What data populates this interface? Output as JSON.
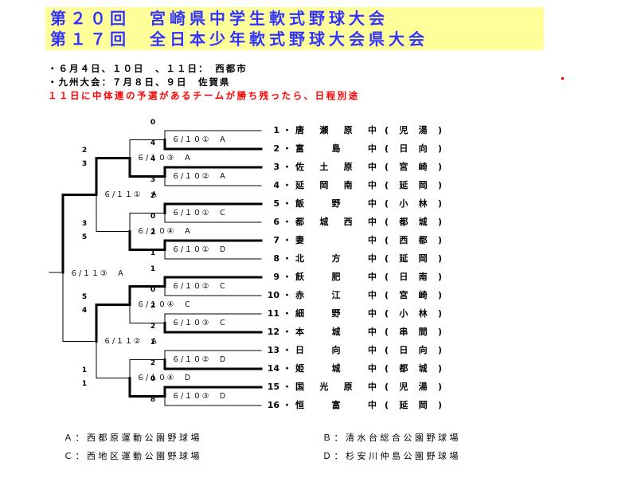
{
  "title": {
    "line1": "第２０回　宮崎県中学生軟式野球大会",
    "line2": "第１７回　全日本少年軟式野球大会県大会"
  },
  "info": {
    "dates": "・６月４日、１０日　、１１日：　西都市",
    "kyushu": "・九州大会：７月８日、９日　佐賀県",
    "note": "１１日に中体連の予選があるチームが勝ち残ったら、日程別途"
  },
  "teams": [
    {
      "no": "1",
      "name": "唐瀬原中",
      "area": "児湯"
    },
    {
      "no": "2",
      "name": "富島中",
      "area": "日向"
    },
    {
      "no": "3",
      "name": "佐土原中",
      "area": "宮崎"
    },
    {
      "no": "4",
      "name": "延岡南中",
      "area": "延岡"
    },
    {
      "no": "5",
      "name": "飯野中",
      "area": "小林"
    },
    {
      "no": "6",
      "name": "都城西中",
      "area": "都城"
    },
    {
      "no": "7",
      "name": "妻中",
      "area": "西都"
    },
    {
      "no": "8",
      "name": "北方中",
      "area": "延岡"
    },
    {
      "no": "9",
      "name": "飫肥中",
      "area": "日南"
    },
    {
      "no": "10",
      "name": "赤江中",
      "area": "宮崎"
    },
    {
      "no": "11",
      "name": "細野中",
      "area": "小林"
    },
    {
      "no": "12",
      "name": "本城中",
      "area": "串間"
    },
    {
      "no": "13",
      "name": "日向中",
      "area": "日向"
    },
    {
      "no": "14",
      "name": "姫城中",
      "area": "都城"
    },
    {
      "no": "15",
      "name": "国光原中",
      "area": "児湯"
    },
    {
      "no": "16",
      "name": "恒富中",
      "area": "延岡"
    }
  ],
  "r1": [
    {
      "label": "６/１０①　Ａ",
      "top": "0",
      "bottom": "4"
    },
    {
      "label": "６/１０②　Ａ",
      "top": "4",
      "bottom": "3"
    },
    {
      "label": "６/１０①　Ｃ",
      "top": "2",
      "bottom": "0"
    },
    {
      "label": "６/１０①　Ｄ",
      "top": "2",
      "bottom": "1"
    },
    {
      "label": "６/１０②　Ｃ",
      "top": "1",
      "bottom": "0"
    },
    {
      "label": "６/１０③　Ｃ",
      "top": "2",
      "bottom": "2"
    },
    {
      "label": "６/１０②　Ｄ",
      "top": "1",
      "bottom": "2"
    },
    {
      "label": "６/１０③　Ｄ",
      "top": "0",
      "bottom": "8"
    }
  ],
  "r2": [
    {
      "label": "６/１０③　Ａ",
      "top": "2",
      "bottom": "3"
    },
    {
      "label": "６/１０④　Ａ",
      "top": "3",
      "bottom": "5"
    },
    {
      "label": "６/１０④　Ｃ",
      "top": "5",
      "bottom": "4"
    },
    {
      "label": "６/１０④　Ｄ",
      "top": "1",
      "bottom": "1"
    }
  ],
  "r3": [
    {
      "label": "６/１１①　Ａ"
    },
    {
      "label": "６/１１②　Ａ"
    }
  ],
  "final": {
    "label": "６/１１③　Ａ"
  },
  "venues": {
    "a": "Ａ：西都原運動公園野球場",
    "b": "Ｂ：清水台総合公園野球場",
    "c": "Ｃ：西地区運動公園野球場",
    "d": "Ｄ：杉安川仲島公園野球場"
  }
}
